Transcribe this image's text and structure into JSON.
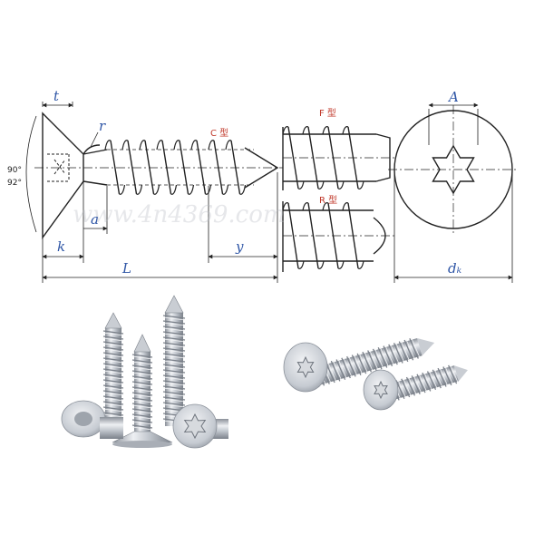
{
  "diagram": {
    "dimensions": {
      "t": "t",
      "r": "r",
      "a": "a",
      "k": "k",
      "L": "L",
      "y": "y",
      "A": "A",
      "dk": "dₖ"
    },
    "angles": {
      "upper": "90°",
      "lower": "92°"
    },
    "types": {
      "c": "C 型",
      "f": "F 型",
      "r": "R 型"
    },
    "watermark": "www.4n4369.com"
  },
  "photos": {
    "left_group": "countersunk torx self-tapping screws, group",
    "right_pair": "countersunk torx self-tapping screws, pair"
  },
  "colors": {
    "dimension_blue": "#2f56a6",
    "type_red": "#c0392b",
    "line": "#222222",
    "steel_light": "#e6e8ec",
    "steel_mid": "#b9bec6",
    "steel_dark": "#7d838d"
  }
}
